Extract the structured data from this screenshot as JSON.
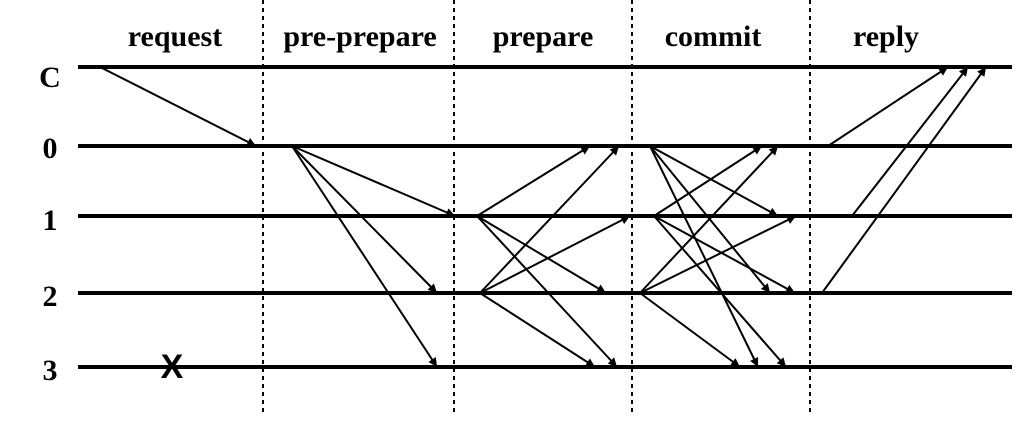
{
  "phases": [
    "request",
    "pre-prepare",
    "prepare",
    "commit",
    "reply"
  ],
  "nodes": [
    "C",
    "0",
    "1",
    "2",
    "3"
  ],
  "crash_label": "X",
  "messages": [
    {
      "from": "C",
      "to": "0",
      "phase": "request"
    },
    {
      "from": "0",
      "to": "1",
      "phase": "pre-prepare"
    },
    {
      "from": "0",
      "to": "2",
      "phase": "pre-prepare"
    },
    {
      "from": "0",
      "to": "3",
      "phase": "pre-prepare"
    },
    {
      "from": "1",
      "to": "0",
      "phase": "prepare"
    },
    {
      "from": "1",
      "to": "2",
      "phase": "prepare"
    },
    {
      "from": "1",
      "to": "3",
      "phase": "prepare"
    },
    {
      "from": "2",
      "to": "0",
      "phase": "prepare"
    },
    {
      "from": "2",
      "to": "1",
      "phase": "prepare"
    },
    {
      "from": "2",
      "to": "3",
      "phase": "prepare"
    },
    {
      "from": "0",
      "to": "1",
      "phase": "commit"
    },
    {
      "from": "0",
      "to": "2",
      "phase": "commit"
    },
    {
      "from": "0",
      "to": "3",
      "phase": "commit"
    },
    {
      "from": "1",
      "to": "0",
      "phase": "commit"
    },
    {
      "from": "1",
      "to": "2",
      "phase": "commit"
    },
    {
      "from": "1",
      "to": "3",
      "phase": "commit"
    },
    {
      "from": "2",
      "to": "0",
      "phase": "commit"
    },
    {
      "from": "2",
      "to": "1",
      "phase": "commit"
    },
    {
      "from": "2",
      "to": "3",
      "phase": "commit"
    },
    {
      "from": "0",
      "to": "C",
      "phase": "reply"
    },
    {
      "from": "1",
      "to": "C",
      "phase": "reply"
    },
    {
      "from": "2",
      "to": "C",
      "phase": "reply"
    }
  ]
}
